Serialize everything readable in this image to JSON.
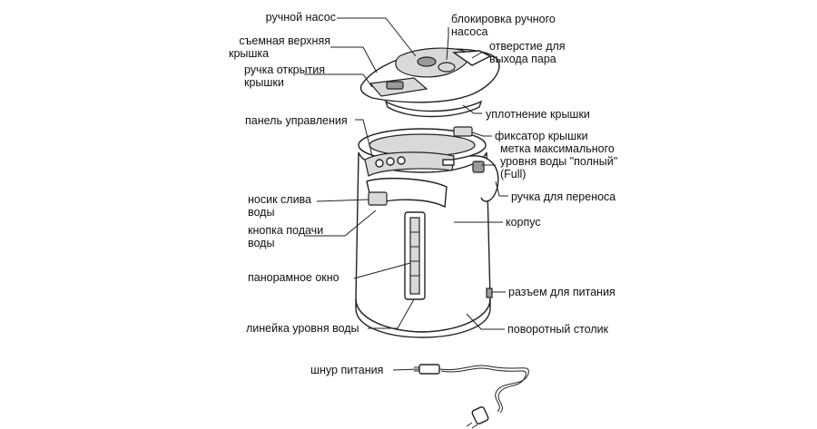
{
  "labels": {
    "manual_pump": "ручной насос",
    "top_lid_line1": "съемная верхняя",
    "top_lid_line2": "крышка",
    "lid_handle_line1": "ручка открытия",
    "lid_handle_line2": "крышки",
    "pump_lock_line1": "блокировка ручного",
    "pump_lock_line2": "насоса",
    "steam_vent_line1": "отверстие для",
    "steam_vent_line2": "выхода пара",
    "lid_seal": "уплотнение крышки",
    "lid_latch": "фиксатор крышки",
    "control_panel": "панель управления",
    "max_level_line1": "метка максимального",
    "max_level_line2": "уровня воды \"полный\"",
    "max_level_line3": "(Full)",
    "spout_line1": "носик слива",
    "spout_line2": "воды",
    "carry_handle": "ручка для переноса",
    "dispense_button_line1": "кнопка подачи",
    "dispense_button_line2": "воды",
    "body": "корпус",
    "panoramic_window": "панорамное окно",
    "power_socket": "разъем для питания",
    "level_ruler": "линейка уровня воды",
    "swivel_base": "поворотный столик",
    "power_cord": "шнур питания"
  }
}
